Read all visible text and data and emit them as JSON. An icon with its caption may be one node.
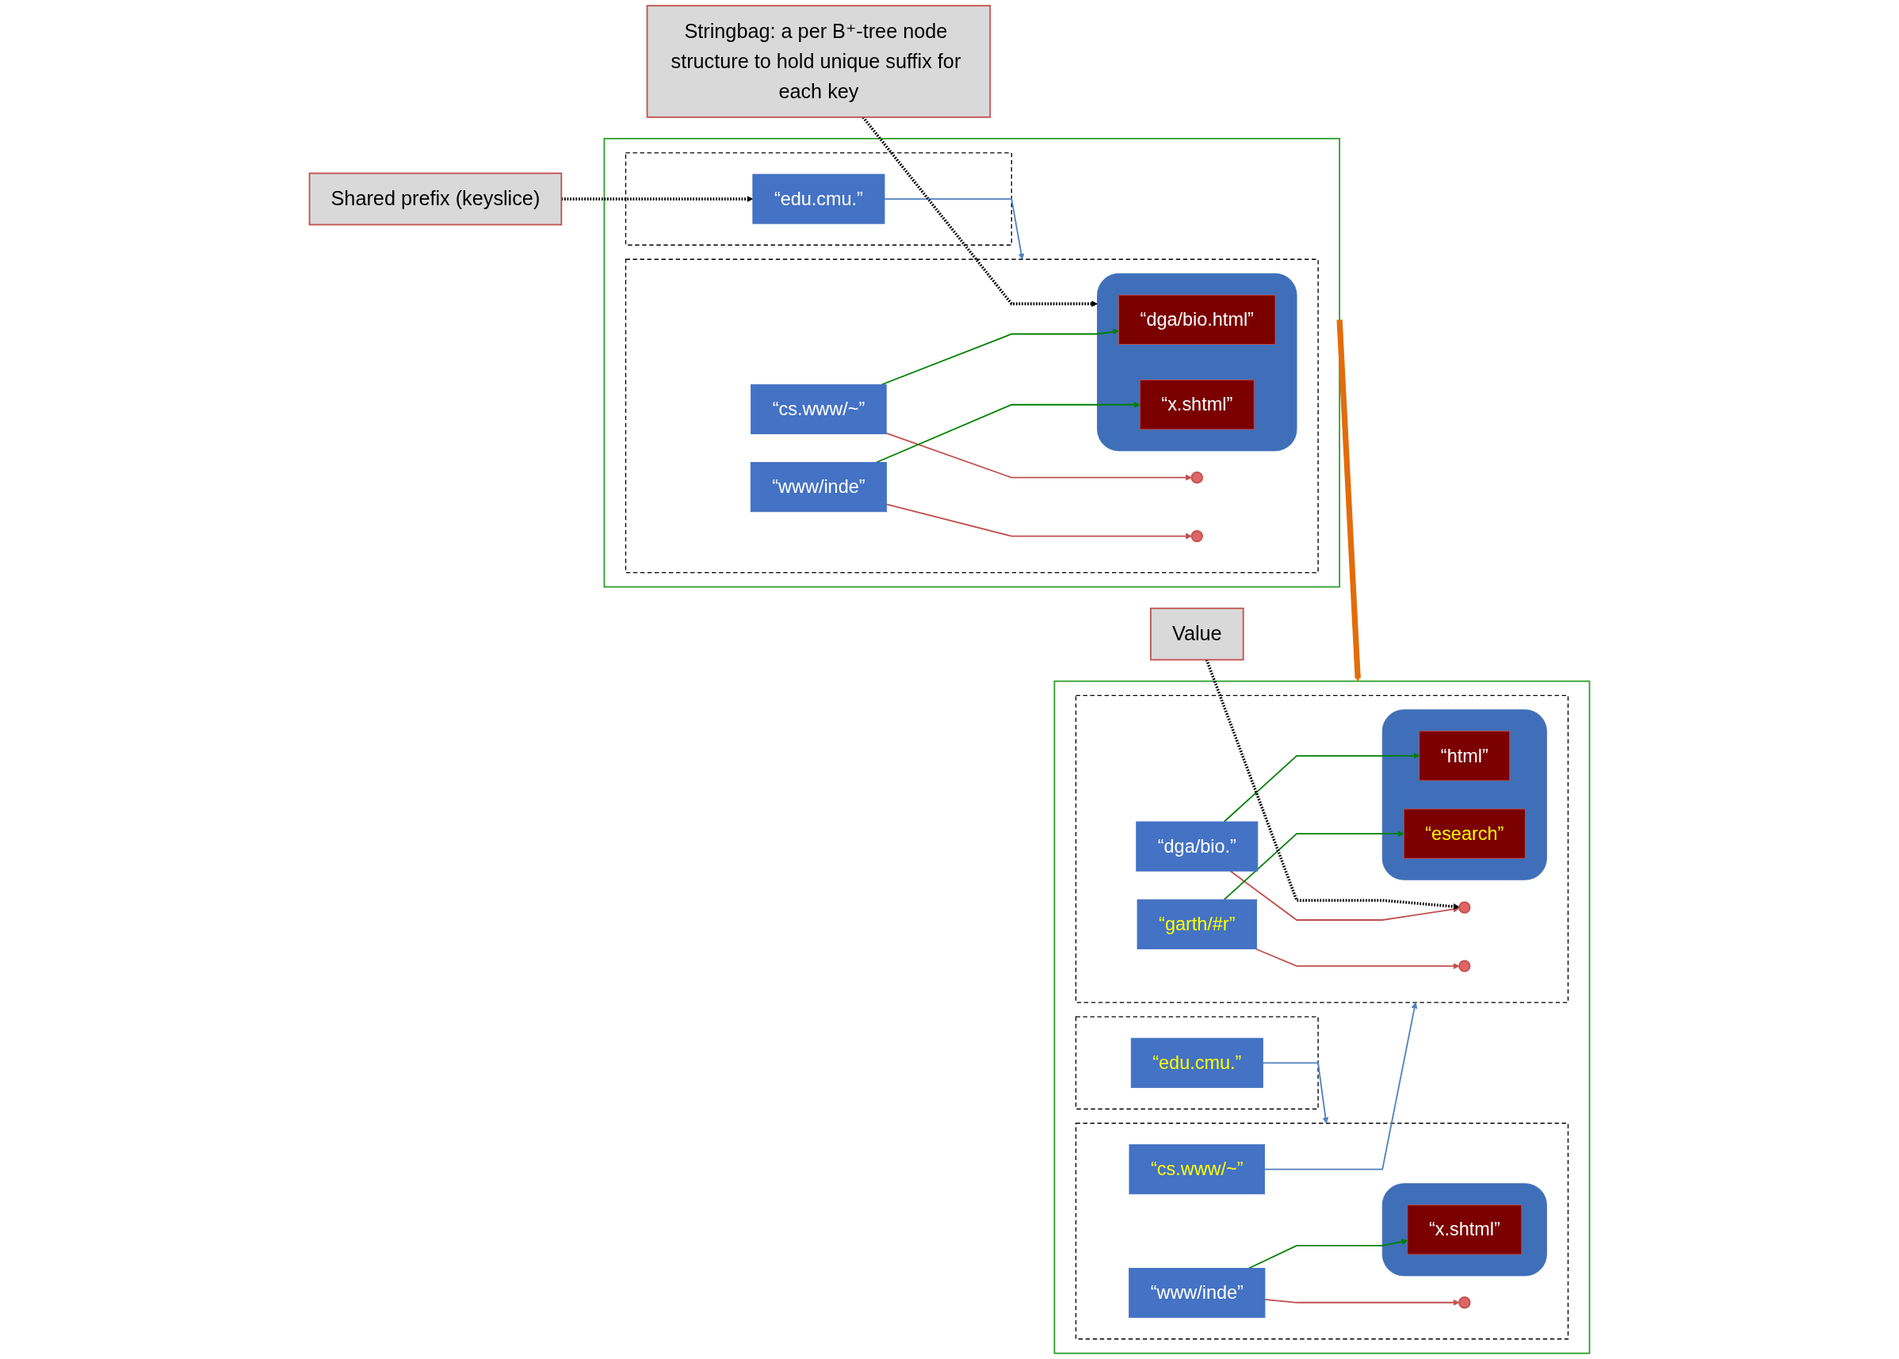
{
  "diagram": {
    "nodes": [
      {
        "text": [
          "Shared prefix (keyslice)"
        ]
      },
      {
        "text": [],
        "shape": "box"
      },
      {
        "text": [],
        "shape": "box",
        "in": 1
      },
      {
        "text": [
          "“edu.cmu.”"
        ],
        "in": 2
      },
      {
        "text": [],
        "shape": "box",
        "in": 1
      },
      {
        "text": [
          "“cs.www/~”"
        ],
        "in": 4
      },
      {
        "text": [
          "“www/inde”"
        ],
        "in": 4
      },
      {
        "text": [],
        "shape": "star",
        "in": 4
      },
      {
        "text": [],
        "shape": "box",
        "in": 4
      },
      {
        "text": [
          "“dga/bio.html”"
        ],
        "in": 8
      },
      {
        "text": [
          "“x.shtml”"
        ],
        "in": 8
      },
      {
        "text": [],
        "shape": "star",
        "in": 4
      },
      {
        "text": [
          "Stringbag: a per B⁺-tree node structure to hold unique suffix for each key"
        ]
      },
      {
        "text": [],
        "shape": "box"
      },
      {
        "text": [],
        "shape": "box",
        "in": 13
      },
      {
        "text": [
          "“edu.cmu.”"
        ],
        "in": 14
      },
      {
        "text": [],
        "shape": "box",
        "in": 13
      },
      {
        "text": [
          "“cs.www/~”"
        ],
        "in": 16
      },
      {
        "text": [
          "“www/inde”"
        ],
        "in": 16
      },
      {
        "text": [],
        "shape": "box",
        "in": 16
      },
      {
        "text": [
          "“x.shtml”"
        ],
        "in": 19
      },
      {
        "text": [],
        "shape": "star",
        "in": 16
      },
      {
        "text": [],
        "shape": "box",
        "in": 13
      },
      {
        "text": [
          "“dga/bio.”"
        ],
        "in": 22
      },
      {
        "text": [
          "“garth/#r”"
        ],
        "in": 22
      },
      {
        "text": [],
        "shape": "star",
        "in": 22
      },
      {
        "text": [],
        "shape": "box",
        "in": 22
      },
      {
        "text": [
          "“html”"
        ],
        "in": 26
      },
      {
        "text": [
          "“esearch”"
        ],
        "in": 26
      },
      {
        "text": [],
        "shape": "star",
        "in": 22
      },
      {
        "text": [
          "Value"
        ]
      }
    ],
    "edges": [
      {
        "from": 0,
        "to": 3,
        "arrow": "to",
        "style": "dashed",
        "color": "#000000"
      },
      {
        "from": 3,
        "to": 4,
        "arrow": "to",
        "color": "#4f81bd"
      },
      {
        "from": 5,
        "to": 7,
        "arrow": "to",
        "color": "#c0504d"
      },
      {
        "from": 5,
        "to": 9,
        "arrow": "to",
        "color": "#008000"
      },
      {
        "from": 6,
        "to": 10,
        "arrow": "to",
        "color": "#008000"
      },
      {
        "from": 6,
        "to": 11,
        "arrow": "to",
        "color": "#c0504d"
      },
      {
        "from": 12,
        "to": 8,
        "arrow": "to",
        "style": "dashed",
        "color": "#000000"
      },
      {
        "from": 1,
        "to": 13,
        "arrow": "to",
        "style": "thick",
        "color": "#e36c0a"
      },
      {
        "from": 15,
        "to": 16,
        "arrow": "to",
        "color": "#4f81bd"
      },
      {
        "from": 18,
        "to": 20,
        "arrow": "to",
        "color": "#008000"
      },
      {
        "from": 18,
        "to": 21,
        "arrow": "to",
        "color": "#c0504d"
      },
      {
        "from": 17,
        "to": 22,
        "arrow": "to",
        "color": "#4f81bd"
      },
      {
        "from": 23,
        "to": 25,
        "arrow": "to",
        "color": "#c0504d"
      },
      {
        "from": 23,
        "to": 27,
        "arrow": "to",
        "color": "#008000"
      },
      {
        "from": 24,
        "to": 28,
        "arrow": "to",
        "color": "#008000"
      },
      {
        "from": 24,
        "to": 29,
        "arrow": "to",
        "color": "#c0504d"
      },
      {
        "from": 30,
        "to": 25,
        "arrow": "to",
        "style": "dashed",
        "color": "#000000"
      }
    ]
  }
}
